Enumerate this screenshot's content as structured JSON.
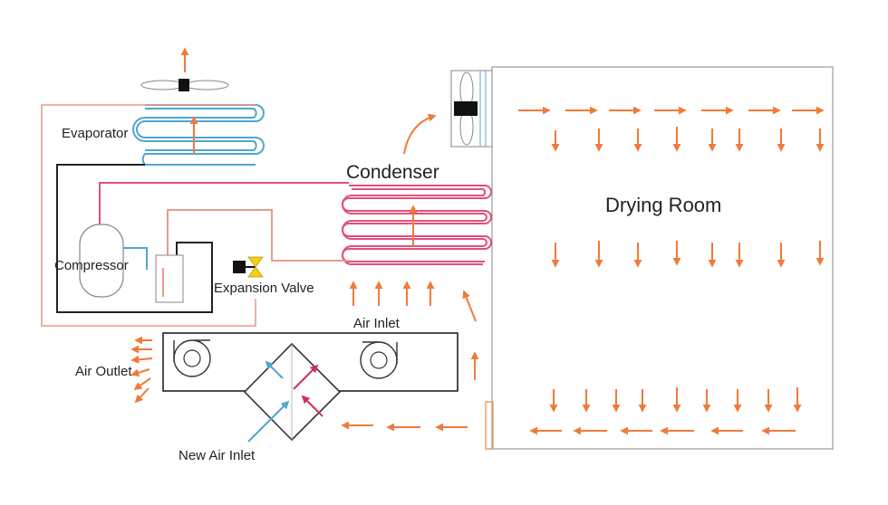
{
  "labels": {
    "evaporator": "Evaporator",
    "condenser": "Condenser",
    "drying_room": "Drying Room",
    "compressor": "Compressor",
    "expansion_valve": "Expansion Valve",
    "air_inlet": "Air Inlet",
    "air_outlet": "Air Outlet",
    "new_air_inlet": "New Air Inlet"
  },
  "colors": {
    "hot_pipe": "#e0507a",
    "warm_pipe": "#e89c8c",
    "cold_pipe": "#4fa6cf",
    "black_pipe": "#222222",
    "air_arrow": "#ef7b3a",
    "outline": "#444444",
    "valve": "#f2d018",
    "light_outline": "#aaaaaa"
  }
}
